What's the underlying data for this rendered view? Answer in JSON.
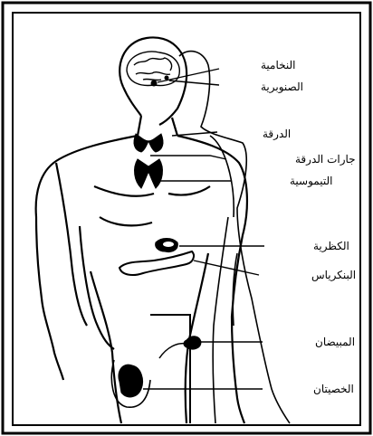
{
  "labels": {
    "pituitary": "النخامية",
    "pineal": "الصنوبرية",
    "thyroid": "الدرقة",
    "parathyroid": "جارات الدرقة",
    "thymus": "التيموسية",
    "adrenal": "الكظرية",
    "pancreas": "البنكرياس",
    "ovaries": "المبيضان",
    "testes": "الخصيتان"
  },
  "colors": {
    "ink": "#000000",
    "paper": "#ffffff"
  }
}
